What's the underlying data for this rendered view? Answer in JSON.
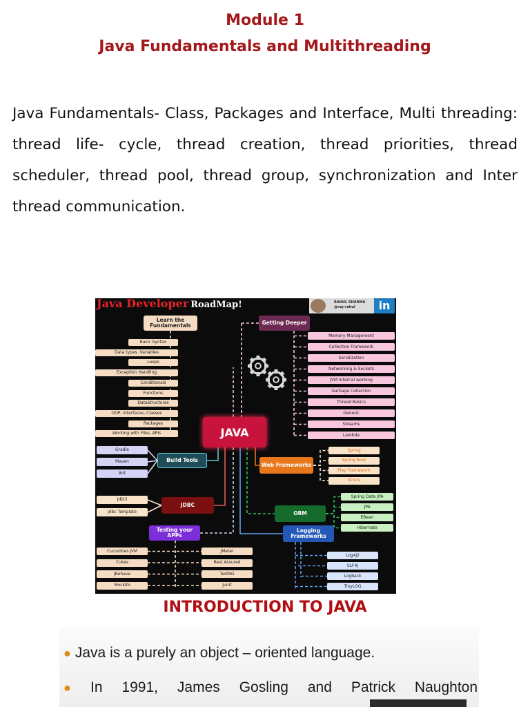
{
  "header": {
    "module": "Module 1",
    "title": "Java Fundamentals and Multithreading"
  },
  "syllabus": "Java Fundamentals- Class, Packages and Interface, Multi threading: thread life- cycle, thread creation, thread priorities, thread scheduler, thread pool, thread group, synchronization and Inter thread communication.",
  "roadmap": {
    "title": "Java Developer",
    "title_rest": "RoadMap!",
    "author_name": "RAHUL SHARMA",
    "author_handle": "@ray-rahul",
    "linkedin": "in",
    "center": "JAVA",
    "fundamentals": {
      "header": "Learn the Fundamentals",
      "items": [
        "Basic Syntax",
        "Data types ,Variables",
        "Loops",
        "Exception Handling",
        "Conditionals",
        "Functions",
        "DataStructures",
        "OOP,  Interfaces,  Classes",
        "Packages",
        "Working with Files,   APIs"
      ]
    },
    "deeper": {
      "header": "Getting Deeper",
      "items": [
        "Memory Management",
        "Collection Framework",
        "Serialization",
        "Networking & Sockets",
        "JVM Internal working",
        "Garbage Collection",
        "Thread Basics",
        "Generic",
        "Streams",
        "Lambda"
      ]
    },
    "build_tools": {
      "header": "Build Tools",
      "items": [
        "Gradle",
        "Maven",
        "Ant"
      ]
    },
    "web": {
      "header": "Web Frameworks",
      "items": [
        "Spring",
        "Spring Boot",
        "Play Framework",
        "Struts"
      ]
    },
    "jdbc": {
      "header": "JDBC",
      "items": [
        "Jdbi3",
        "Jdbc Template"
      ]
    },
    "orm": {
      "header": "ORM",
      "items": [
        "Spring Data JPA",
        "JPA",
        "EBean",
        "Hibernate"
      ]
    },
    "testing": {
      "header": "Testing your APPs",
      "left": [
        "Cucumber-JVM",
        "Cukes",
        "JBehave",
        "Mockito"
      ],
      "right": [
        "JMeter",
        "Rest Assured",
        "TestNG",
        "Junit"
      ]
    },
    "logging": {
      "header": "Logging Frameworks",
      "items": [
        "Log4j2",
        "SLF4J",
        "Logback",
        "TinyLOG"
      ]
    },
    "colors": {
      "background": "#0b0b0b",
      "java": "#c8143c",
      "fundamentals_header": "#f5dcc3",
      "deeper_header": "#6d2a52",
      "build_header": "#1f4d57",
      "web_header": "#e8771c",
      "jdbc_header": "#7a1010",
      "orm_header": "#146b2c",
      "testing_header": "#7c2fd8",
      "logging_header": "#2458b6"
    }
  },
  "intro": {
    "title": "INTRODUCTION TO JAVA",
    "bullets": [
      "Java is a purely an object – oriented language.",
      "In  1991,  James  Gosling  and  Patrick  Naughton"
    ]
  }
}
